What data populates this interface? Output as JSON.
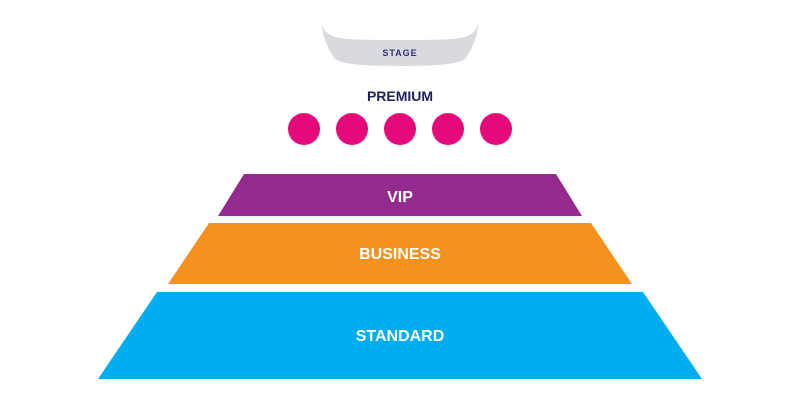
{
  "stage": {
    "label": "STAGE",
    "fill_color": "#d9dadd",
    "text_color": "#2d2f7a"
  },
  "premium": {
    "label": "PREMIUM",
    "label_color": "#1f1f5e",
    "seat_color": "#e6097c",
    "seats": [
      "seat",
      "seat",
      "seat",
      "seat",
      "seat"
    ]
  },
  "vip": {
    "label": "VIP",
    "color": "#942a8e"
  },
  "business": {
    "label": "BUSINESS",
    "color": "#f5921e"
  },
  "standard": {
    "label": "STANDARD",
    "color": "#00aeef"
  },
  "tier_text_color": "#ffffff"
}
